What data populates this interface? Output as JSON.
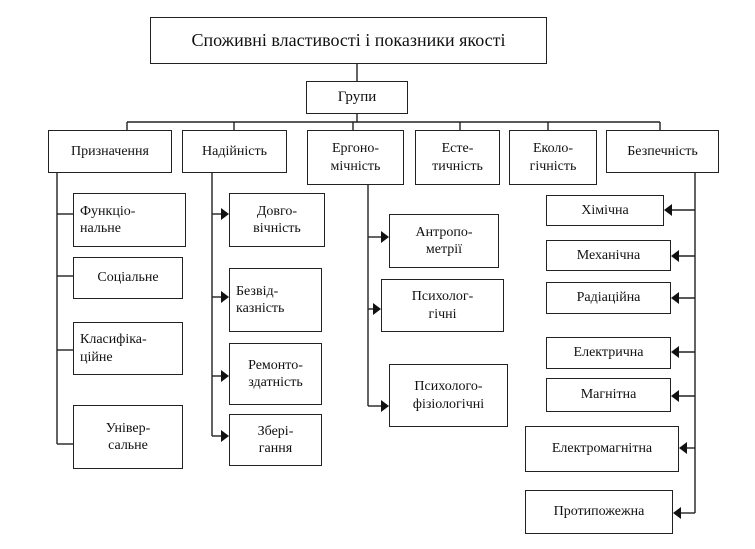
{
  "title": "Споживні властивості і показники якості",
  "groups_label": "Групи",
  "columns": {
    "purpose": {
      "header": "Призначення",
      "items": [
        "Функціо-\nнальне",
        "Соціальне",
        "Класифіка-\nційне",
        "Універ-\nсальне"
      ]
    },
    "reliability": {
      "header": "Надійність",
      "items": [
        "Довго-\nвічність",
        "Безвід-\nказність",
        "Ремонто-\nздатність",
        "Зберi-\nгання"
      ]
    },
    "ergonomics": {
      "header": "Ергоно-\nмічність",
      "items": [
        "Антропо-\nметрії",
        "Психолог-\nгічні",
        "Психолого-\nфізіологічні"
      ]
    },
    "aesthetics": {
      "header": "Есте-\nтичність"
    },
    "ecology": {
      "header": "Еколо-\nгічність"
    },
    "safety": {
      "header": "Безпечність",
      "items": [
        "Хімічна",
        "Механічна",
        "Радіаційна",
        "Електрична",
        "Магнітна",
        "Електромагнітна",
        "Протипожежна"
      ]
    }
  }
}
